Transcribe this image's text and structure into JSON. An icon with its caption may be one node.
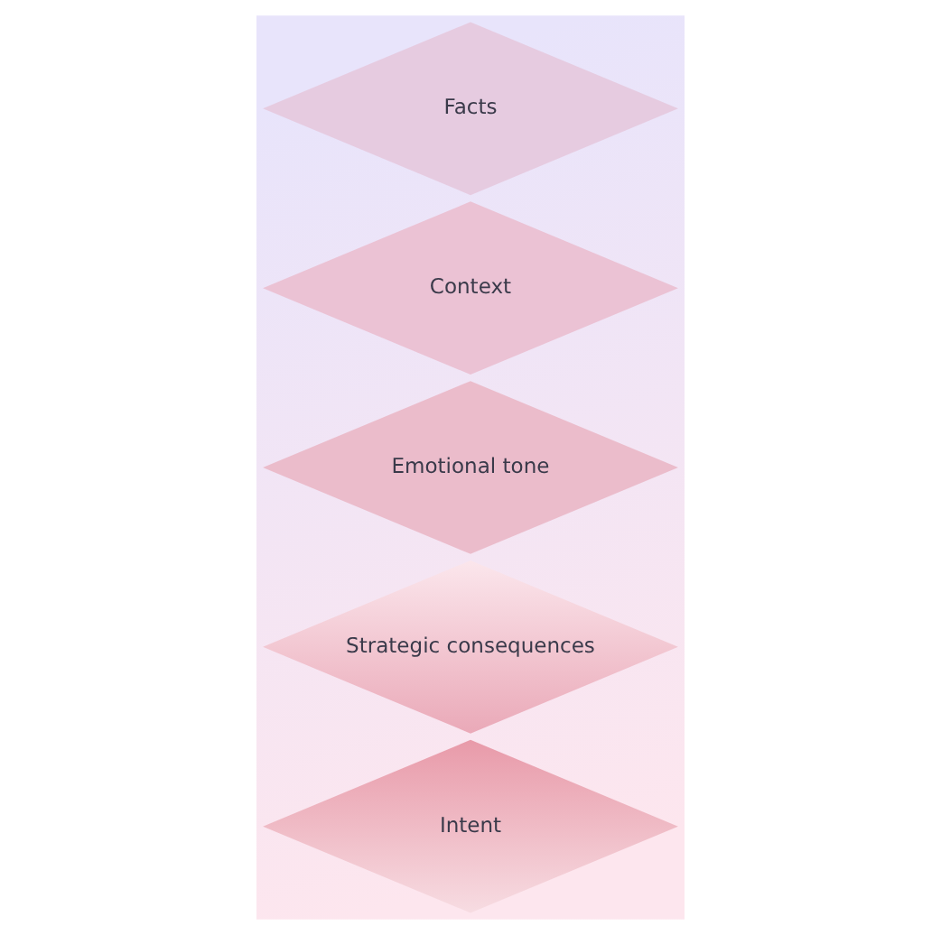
{
  "diagram": {
    "nodes": [
      {
        "text": [
          "Facts"
        ]
      },
      {
        "text": [
          "Context"
        ]
      },
      {
        "text": [
          "Emotional tone"
        ]
      },
      {
        "text": [
          "Strategic consequences"
        ]
      },
      {
        "text": [
          "Intent"
        ]
      }
    ]
  }
}
